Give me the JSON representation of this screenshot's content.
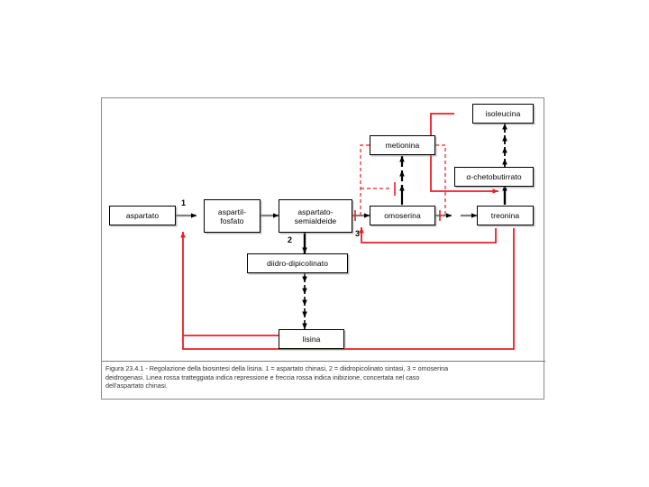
{
  "figure": {
    "id": "figure-23-4-1",
    "caption_line1": "Figura 23.4.1 - Regolazione della biosintesi della lisina. 1 = aspartato chinasi, 2 = diidropicolinato sintasi, 3 = omoserina",
    "caption_line2": "deidrogenasi. Linea rossa tratteggiata indica repressione e freccia rossa indica inibizione, concertata nel caso",
    "caption_line3": "dell'aspartato chinasi."
  },
  "colors": {
    "node_border": "#000000",
    "node_fill": "#ffffff",
    "arrow_black": "#000000",
    "arrow_gray": "#7f7f7f",
    "regulation_red": "#ee1c24",
    "frame_border": "#8a8a8a",
    "text": "#000000"
  },
  "nodes": [
    {
      "key": "aspartato",
      "label": "aspartato"
    },
    {
      "key": "aspartil-fosfato",
      "label": "aspartil-\nfosfato"
    },
    {
      "key": "aspartato-semialdeide",
      "label": "aspartato-\nsemialdeide"
    },
    {
      "key": "omoserina",
      "label": "omoserina"
    },
    {
      "key": "metionina",
      "label": "metionina"
    },
    {
      "key": "treonina",
      "label": "treonina"
    },
    {
      "key": "alfa-chetobutirrato",
      "label": "α-chetobutirrato"
    },
    {
      "key": "isoleucina",
      "label": "isoleucina"
    },
    {
      "key": "diidro-dipicolinato",
      "label": "diidro-dipicolinato"
    },
    {
      "key": "lisina",
      "label": "lisina"
    }
  ],
  "node_labels": {
    "aspartato": "aspartato",
    "aspartil_fosfato_l1": "aspartil-",
    "aspartil_fosfato_l2": "fosfato",
    "aspartato_semialdeide_l1": "aspartato-",
    "aspartato_semialdeide_l2": "semialdeide",
    "omoserina": "omoserina",
    "metionina": "metionina",
    "treonina": "treonina",
    "alfa_chetobutirrato": "α-chetobutirrato",
    "isoleucina": "isoleucina",
    "diidro_dipicolinato": "diidro-dipicolinato",
    "lisina": "lisina"
  },
  "enzyme_steps": [
    {
      "number": "1",
      "name": "aspartato chinasi"
    },
    {
      "number": "2",
      "name": "diidropicolinato sintasi"
    },
    {
      "number": "3",
      "name": "omoserina deidrogenasi"
    }
  ],
  "step_markers": {
    "one": "1",
    "two": "2",
    "three": "3"
  },
  "legend": {
    "dashed_red": "repressione",
    "solid_red_arrow": "inibizione"
  },
  "chart_data": {
    "type": "diagram",
    "title": "Regolazione della biosintesi della lisina",
    "pathway_edges": [
      {
        "from": "aspartato",
        "to": "aspartil-fosfato",
        "enzyme": "1",
        "style": "solid-gray-arrow"
      },
      {
        "from": "aspartil-fosfato",
        "to": "aspartato-semialdeide",
        "enzyme": "",
        "style": "solid-gray-arrow"
      },
      {
        "from": "aspartato-semialdeide",
        "to": "omoserina",
        "enzyme": "3",
        "style": "solid-gray-arrow"
      },
      {
        "from": "aspartato-semialdeide",
        "to": "diidro-dipicolinato",
        "enzyme": "2",
        "style": "solid-black-arrow"
      },
      {
        "from": "diidro-dipicolinato",
        "to": "lisina",
        "enzyme": "",
        "style": "multi-step-black-arrows"
      },
      {
        "from": "omoserina",
        "to": "metionina",
        "enzyme": "",
        "style": "multi-step-black-arrows"
      },
      {
        "from": "omoserina",
        "to": "treonina",
        "enzyme": "",
        "style": "solid-gray-arrow"
      },
      {
        "from": "treonina",
        "to": "alfa-chetobutirrato",
        "enzyme": "",
        "style": "solid-black-arrow"
      },
      {
        "from": "alfa-chetobutirrato",
        "to": "isoleucina",
        "enzyme": "",
        "style": "multi-step-black-arrows"
      }
    ],
    "regulation_edges": [
      {
        "from": "metionina",
        "to": "omoserina-inflow",
        "type": "repressione",
        "style": "dashed-red-bar"
      },
      {
        "from": "metionina",
        "to": "omoserina-outflow",
        "type": "repressione",
        "style": "dashed-red-bar"
      },
      {
        "from": "metionina",
        "to": "omoserina-to-metionina",
        "type": "repressione",
        "style": "dashed-red-bar"
      },
      {
        "from": "isoleucina",
        "to": "treonina-to-chetobutirrato",
        "type": "inibizione",
        "style": "solid-red-arrow"
      },
      {
        "from": "treonina",
        "to": "omoserina-step-3",
        "type": "inibizione",
        "style": "solid-red-arrow"
      },
      {
        "from": "treonina",
        "to": "aspartato-chinasi-step-1",
        "type": "inibizione",
        "style": "solid-red-arrow"
      },
      {
        "from": "lisina",
        "to": "aspartato-chinasi-step-1",
        "type": "inibizione",
        "style": "solid-red-arrow"
      }
    ]
  }
}
